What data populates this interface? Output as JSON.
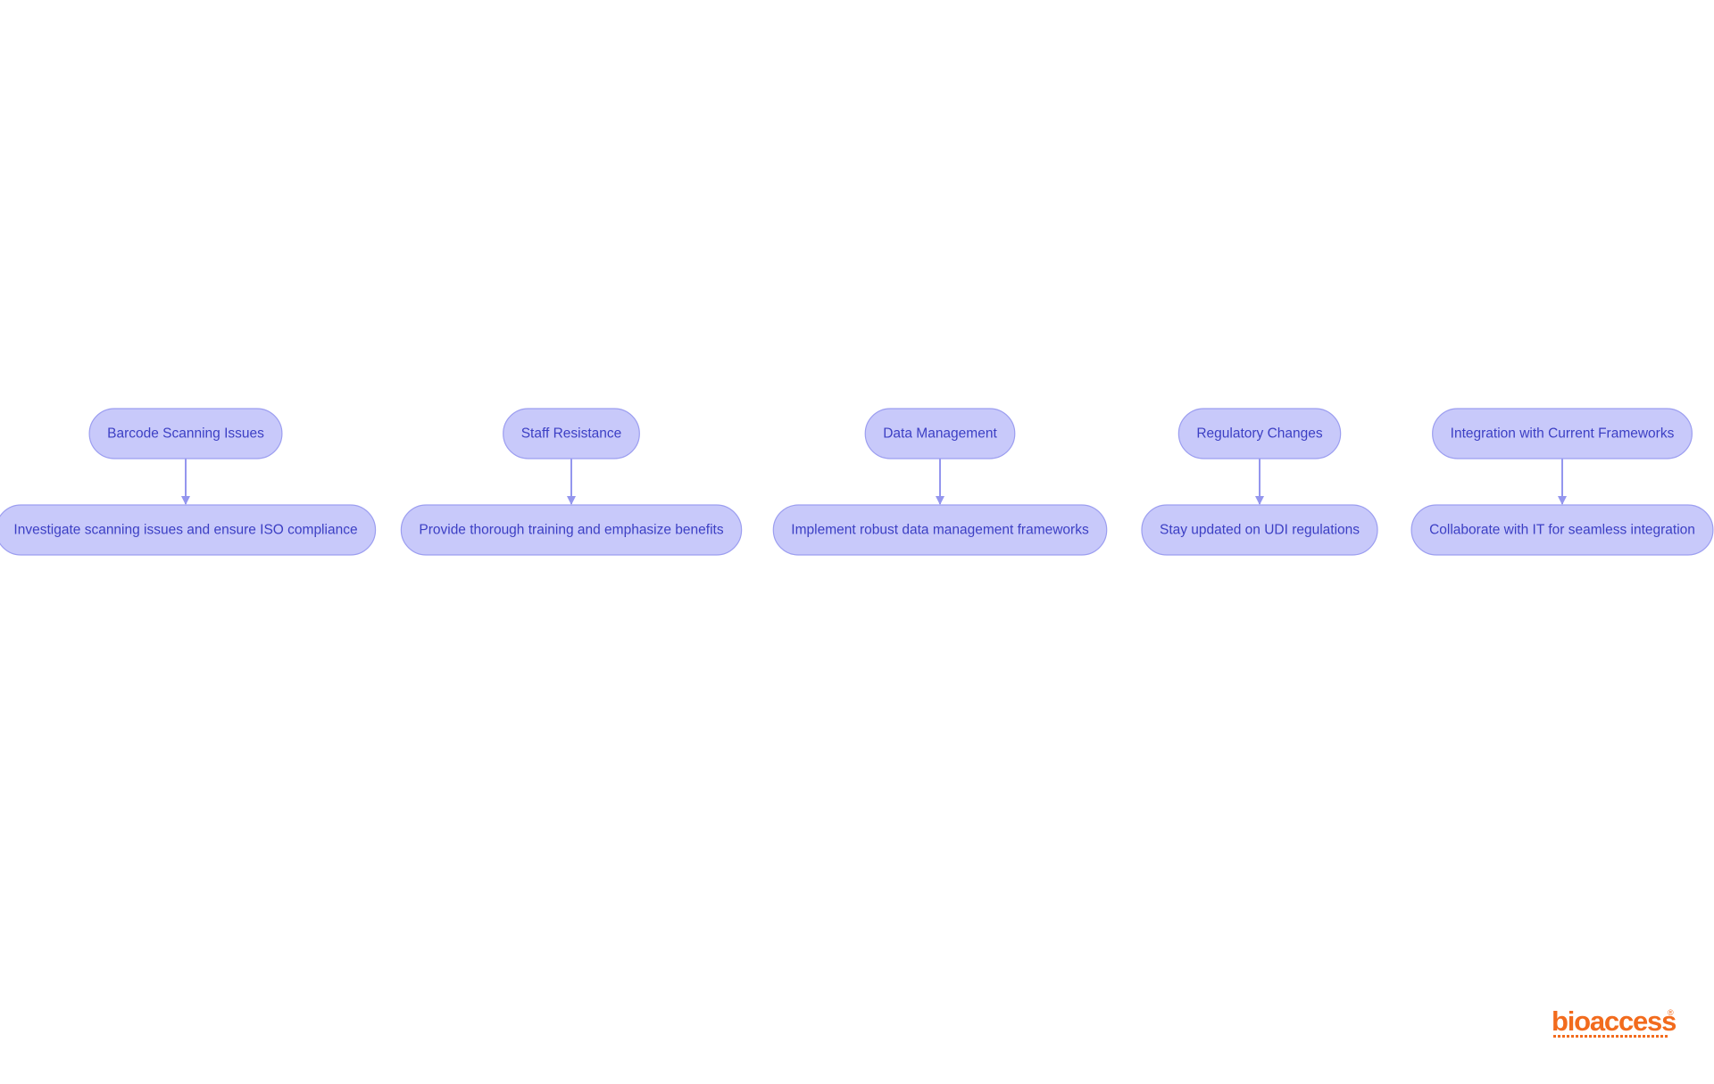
{
  "colors": {
    "background": "#ffffff",
    "node_fill": "#c8c9fa",
    "node_stroke": "#9c9ef0",
    "node_text": "#3c3fc4",
    "edge": "#9496ee",
    "brand": "#f26b1d"
  },
  "diagram": {
    "branches": [
      {
        "problem": "Barcode Scanning Issues",
        "solution": "Investigate scanning issues and ensure ISO compliance"
      },
      {
        "problem": "Staff Resistance",
        "solution": "Provide thorough training and emphasize benefits"
      },
      {
        "problem": "Data Management",
        "solution": "Implement robust data management frameworks"
      },
      {
        "problem": "Regulatory Changes",
        "solution": "Stay updated on UDI regulations"
      },
      {
        "problem": "Integration with Current Frameworks",
        "solution": "Collaborate with IT for seamless integration"
      }
    ]
  },
  "logo": {
    "wordmark": "bioaccess",
    "registered": "®",
    "tagline_icon": "logo-tagline-strip"
  }
}
